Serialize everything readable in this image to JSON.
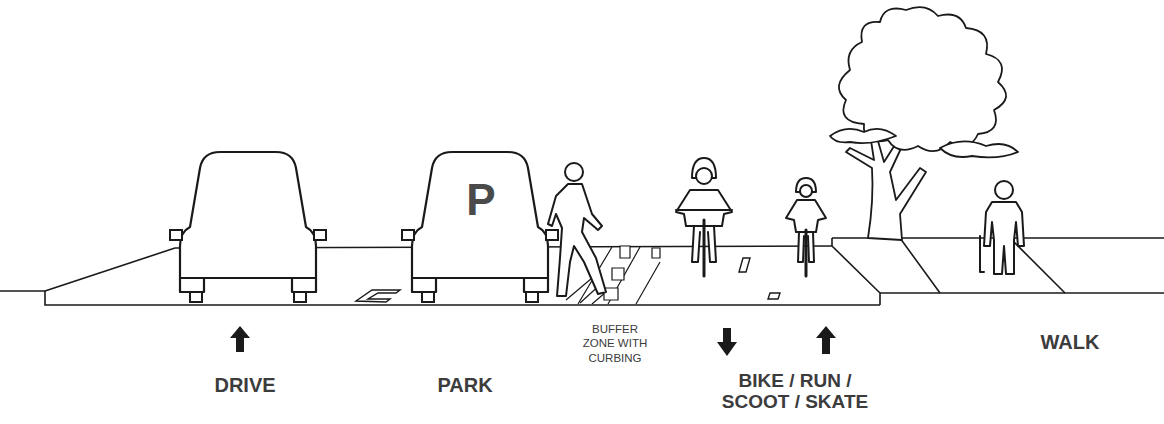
{
  "diagram": {
    "labels": [
      "P",
      "DRIVE",
      "PARK",
      "BUFFER ZONE WITH CURBING",
      "BIKE / RUN / SCOOT / SKATE",
      "WALK"
    ]
  }
}
